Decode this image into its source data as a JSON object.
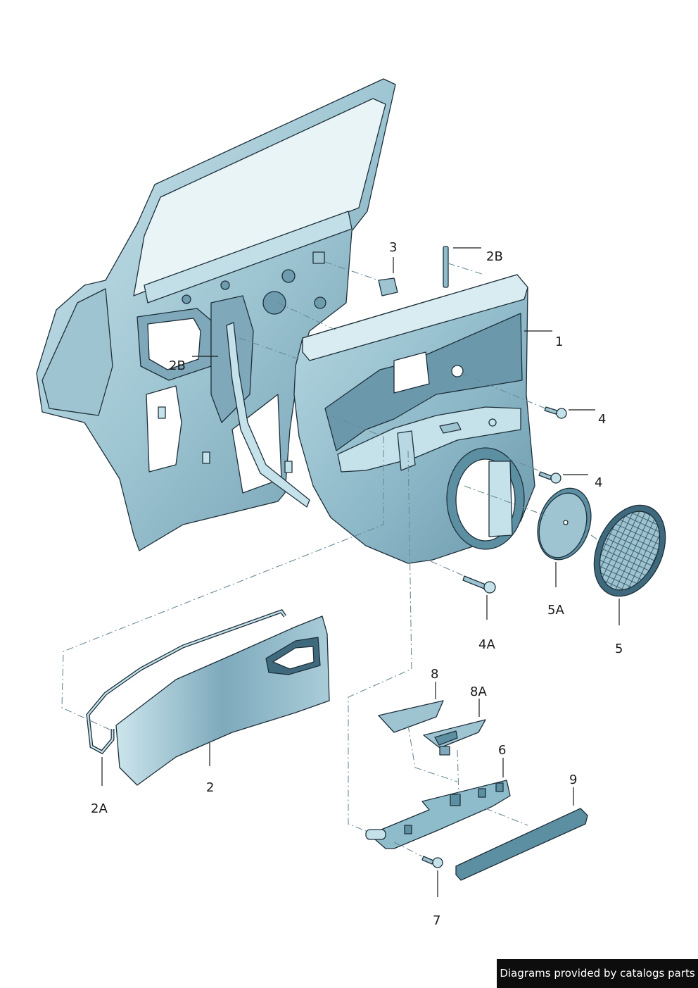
{
  "callouts": [
    {
      "id": "1",
      "label": "1"
    },
    {
      "id": "2",
      "label": "2"
    },
    {
      "id": "2A",
      "label": "2A"
    },
    {
      "id": "2B_top",
      "label": "2B"
    },
    {
      "id": "2B_left",
      "label": "2B"
    },
    {
      "id": "3",
      "label": "3"
    },
    {
      "id": "4_upper",
      "label": "4"
    },
    {
      "id": "4_lower",
      "label": "4"
    },
    {
      "id": "4A",
      "label": "4A"
    },
    {
      "id": "5",
      "label": "5"
    },
    {
      "id": "5A",
      "label": "5A"
    },
    {
      "id": "6",
      "label": "6"
    },
    {
      "id": "7",
      "label": "7"
    },
    {
      "id": "8",
      "label": "8"
    },
    {
      "id": "8A",
      "label": "8A"
    },
    {
      "id": "9",
      "label": "9"
    }
  ],
  "credit": "Diagrams provided by catalogs parts",
  "colors": {
    "part_light": "#c5e2ea",
    "part_mid": "#8fbccb",
    "part_dark": "#5d8fa3",
    "outline": "#1d2f3a",
    "leader": "#1a1a1a",
    "credit_bg": "#0d0d0d"
  }
}
